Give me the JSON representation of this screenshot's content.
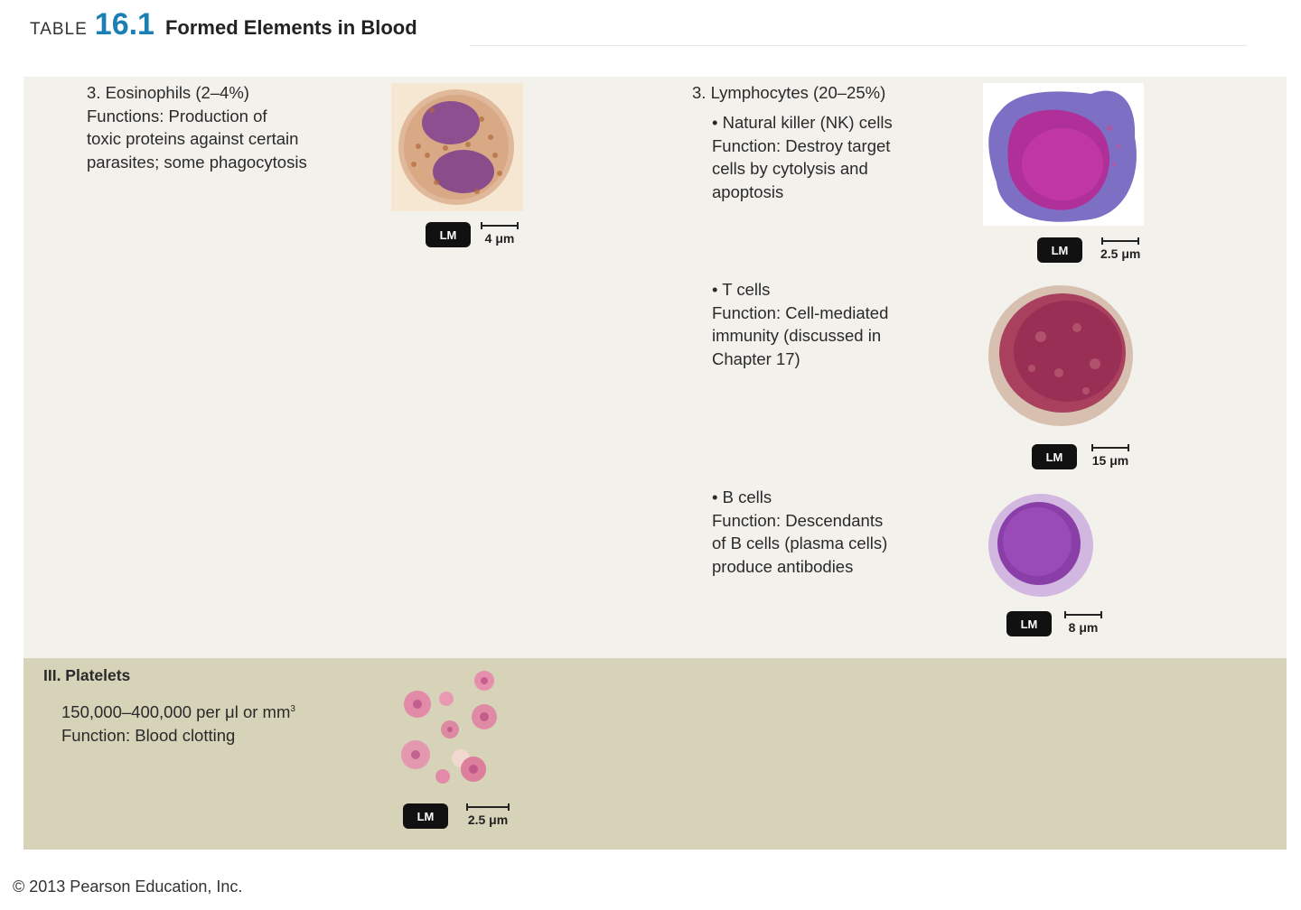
{
  "header": {
    "table_word": "TABLE",
    "table_number": "16.1",
    "title": "Formed Elements in Blood"
  },
  "eosinophils": {
    "lines": [
      "3.  Eosinophils (2–4%)",
      "Functions: Production of",
      "toxic proteins against certain",
      "parasites; some phagocytosis"
    ],
    "badge": "LM",
    "scale": "4 μm"
  },
  "lymphocytes": {
    "heading": "3. Lymphocytes (20–25%)",
    "nk": {
      "lines": [
        "• Natural killer (NK) cells",
        "Function: Destroy target",
        "cells by cytolysis and",
        "apoptosis"
      ],
      "badge": "LM",
      "scale": "2.5 μm"
    },
    "t_cells": {
      "lines": [
        "• T cells",
        "Function: Cell-mediated",
        "immunity (discussed in",
        "Chapter 17)"
      ],
      "badge": "LM",
      "scale": "15 μm"
    },
    "b_cells": {
      "lines": [
        "• B cells",
        "Function: Descendants",
        "of B cells (plasma cells)",
        "produce antibodies"
      ],
      "badge": "LM",
      "scale": "8 μm"
    }
  },
  "platelets": {
    "heading": "III. Platelets",
    "count_prefix": "150,000–400,000 per μl or mm",
    "count_superscript": "3",
    "function": "Function: Blood clotting",
    "badge": "LM",
    "scale": "2.5 μm"
  },
  "footer": {
    "copyright": "© 2013 Pearson Education, Inc."
  }
}
